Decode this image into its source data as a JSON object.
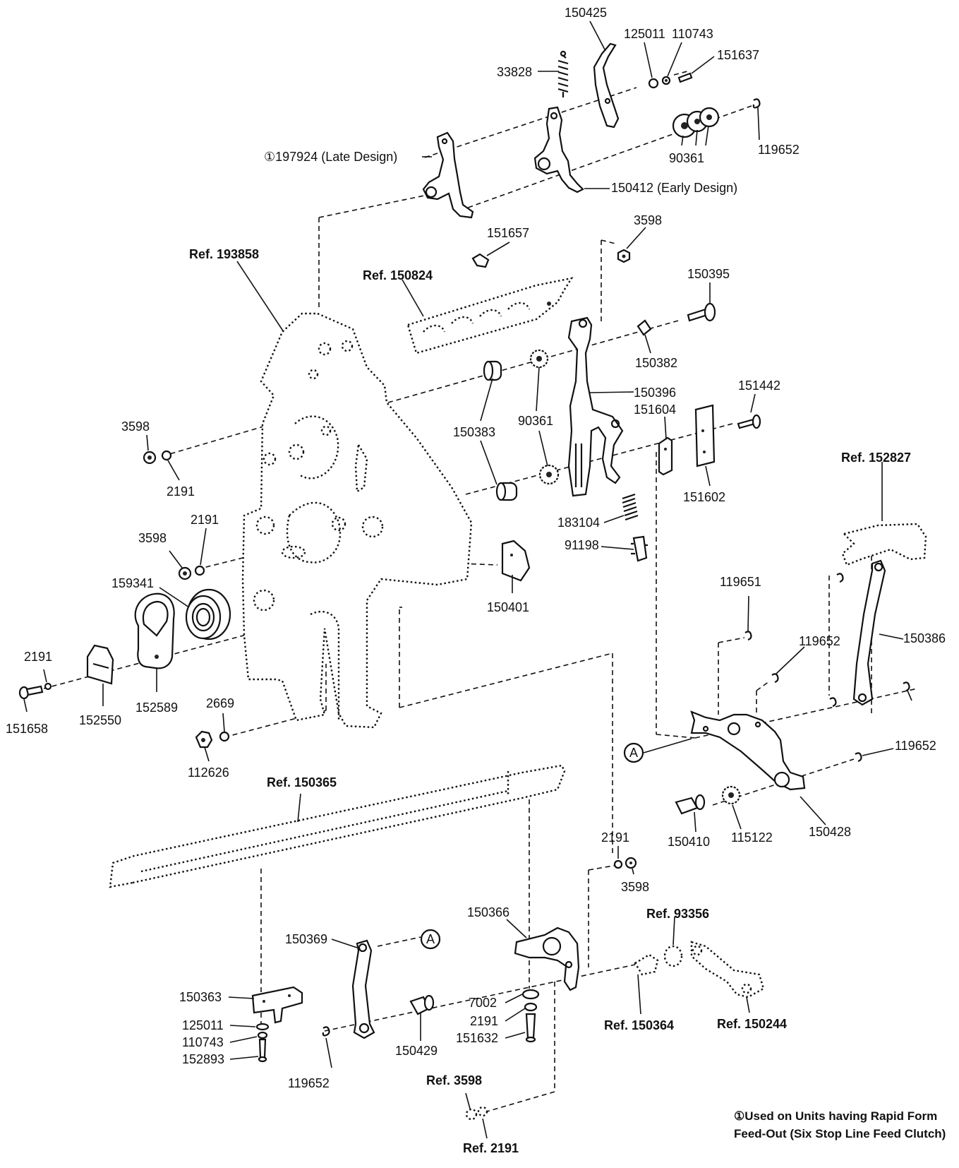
{
  "labels": {
    "l150425": "150425",
    "l125011a": "125011",
    "l110743a": "110743",
    "l151637": "151637",
    "l33828": "33828",
    "l119652a": "119652",
    "l90361a": "90361",
    "l197924": "①197924 (Late Design)",
    "l150412": "150412 (Early Design)",
    "l3598a": "3598",
    "l151657": "151657",
    "lref193858": "Ref. 193858",
    "lref150824": "Ref. 150824",
    "l150395": "150395",
    "l150382": "150382",
    "l150396": "150396",
    "l151442": "151442",
    "l151604": "151604",
    "l3598b": "3598",
    "l150383": "150383",
    "l90361b": "90361",
    "l2191a": "2191",
    "l151602": "151602",
    "lref152827": "Ref. 152827",
    "l2191b": "2191",
    "l3598c": "3598",
    "l183104": "183104",
    "l91198": "91198",
    "l159341": "159341",
    "l150401": "150401",
    "l119651": "119651",
    "l150386": "150386",
    "l119652b": "119652",
    "l2191c": "2191",
    "l151658": "151658",
    "l152550": "152550",
    "l152589": "152589",
    "l2669": "2669",
    "l119652c": "119652",
    "l112626": "112626",
    "lref150365": "Ref. 150365",
    "l150410": "150410",
    "l115122": "115122",
    "l150428": "150428",
    "l2191d": "2191",
    "l3598d": "3598",
    "l150366": "150366",
    "lref93356": "Ref. 93356",
    "l150369": "150369",
    "l150363": "150363",
    "l7002": "7002",
    "l2191e": "2191",
    "l151632": "151632",
    "l125011b": "125011",
    "l110743b": "110743",
    "l152893": "152893",
    "l150429": "150429",
    "lref150364": "Ref. 150364",
    "lref150244": "Ref. 150244",
    "l119652d": "119652",
    "lref3598": "Ref. 3598",
    "lref2191": "Ref. 2191",
    "lA1": "A",
    "lA2": "A"
  },
  "footnote": "①Used on Units having Rapid Form Feed-Out (Six Stop Line Feed Clutch)"
}
